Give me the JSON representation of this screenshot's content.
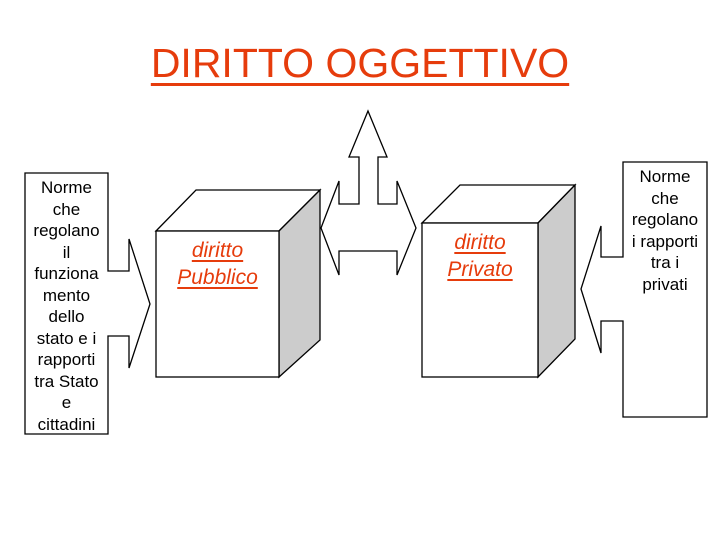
{
  "title": "DIRITTO OGGETTIVO",
  "colors": {
    "accent": "#e63c0c",
    "shape_fill": "#ffffff",
    "cube_side": "#cccccc",
    "stroke": "#000000"
  },
  "left_callout": {
    "lines": [
      "Norme",
      "che",
      "regolano",
      "il",
      "funziona",
      "mento",
      "dello",
      "stato e i",
      "rapporti",
      "tra Stato",
      "e",
      "cittadini"
    ]
  },
  "cube_public": {
    "lines": [
      "diritto",
      "Pubblico"
    ]
  },
  "cube_private": {
    "lines": [
      "diritto",
      "Privato"
    ]
  },
  "right_callout": {
    "lines": [
      "Norme",
      "che",
      "regolano",
      "i rapporti",
      "tra i",
      "privati"
    ]
  },
  "center_arrow": {
    "type": "left-right-up-arrow"
  }
}
